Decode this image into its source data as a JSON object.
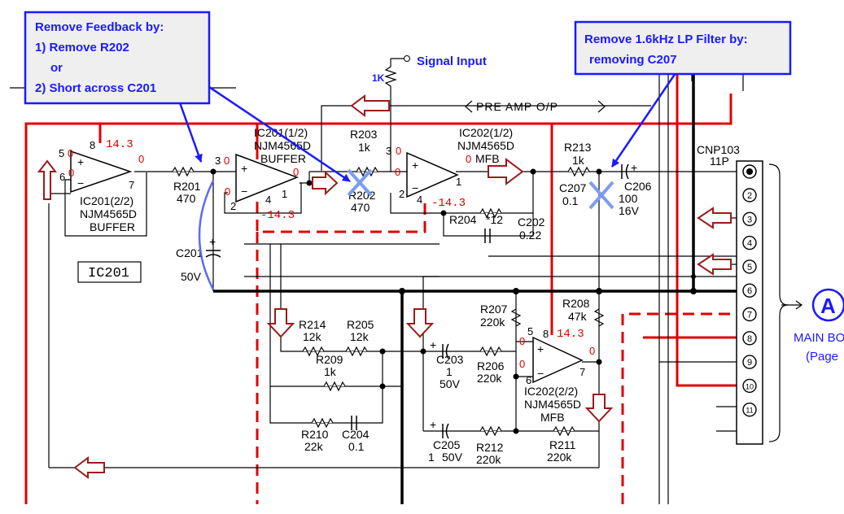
{
  "callouts": {
    "feedback": {
      "line1": "Remove Feedback by:",
      "line2": "1) Remove R202",
      "line3": "or",
      "line4": "2) Short across C201"
    },
    "lpfilter": {
      "line1": "Remove 1.6kHz LP Filter by:",
      "line2": "removing C207"
    },
    "signal_input": "Signal Input",
    "input_resistor": "1K"
  },
  "labels": {
    "preamp_op": "PRE AMP O/P",
    "cnp103": "CNP103",
    "cnp103_pins": "11P",
    "ic201_box": "IC201",
    "main_board": "MAIN BO",
    "page": "(Page",
    "circle_a": "A"
  },
  "ics": {
    "ic201a": {
      "name": "IC201(1/2)",
      "part": "NJM4565D",
      "role": "BUFFER"
    },
    "ic201b": {
      "name": "IC201(2/2)",
      "part": "NJM4565D",
      "role": "BUFFER"
    },
    "ic202a": {
      "name": "IC202(1/2)",
      "part": "NJM4565D",
      "role": "MFB"
    },
    "ic202b": {
      "name": "IC202(2/2)",
      "part": "NJM4565D",
      "role": "MFB"
    }
  },
  "components": {
    "r201": {
      "ref": "R201",
      "value": "470"
    },
    "r202": {
      "ref": "R202",
      "value": "470"
    },
    "r203": {
      "ref": "R203",
      "value": "1k"
    },
    "r204": {
      "ref": "R204",
      "value": "*12"
    },
    "r205": {
      "ref": "R205",
      "value": "12k"
    },
    "r206": {
      "ref": "R206",
      "value": "220k"
    },
    "r207": {
      "ref": "R207",
      "value": "220k"
    },
    "r208": {
      "ref": "R208",
      "value": "47k"
    },
    "r209": {
      "ref": "R209",
      "value": "1k"
    },
    "r210": {
      "ref": "R210",
      "value": "22k"
    },
    "r211": {
      "ref": "R211",
      "value": "220k"
    },
    "r212": {
      "ref": "R212",
      "value": "220k"
    },
    "r213": {
      "ref": "R213",
      "value": "1k"
    },
    "r214": {
      "ref": "R214",
      "value": "12k"
    },
    "c201": {
      "ref": "C201",
      "value": "50V"
    },
    "c202": {
      "ref": "C202",
      "value": "0.22"
    },
    "c203": {
      "ref": "C203",
      "value": "1",
      "voltage": "50V"
    },
    "c204": {
      "ref": "C204",
      "value": "0.1"
    },
    "c205": {
      "ref": "C205",
      "value": "1",
      "voltage": "50V"
    },
    "c206": {
      "ref": "C206",
      "value": "100",
      "voltage": "16V"
    },
    "c207": {
      "ref": "C207",
      "value": "0.1"
    }
  },
  "voltages": {
    "v_pos": "14.3",
    "v_neg": "-14.3",
    "zero": "0"
  },
  "pins": {
    "p1": "1",
    "p2": "2",
    "p3": "3",
    "p4": "4",
    "p5": "5",
    "p6": "6",
    "p7": "7",
    "p8": "8",
    "c_plus": "+",
    "op_plus": "+",
    "op_minus": "−"
  },
  "connector_pins": [
    "1",
    "2",
    "3",
    "4",
    "5",
    "6",
    "7",
    "8",
    "9",
    "10",
    "11"
  ],
  "colors": {
    "callout_text": "#1a1aff",
    "callout_border": "#1a1aff",
    "callout_fill": "#efefef",
    "red_trace": "#e00000",
    "mark_x": "#7b9cf0",
    "arrow_fill": "#ffffff",
    "arrow_stroke": "#9b1b1b"
  }
}
